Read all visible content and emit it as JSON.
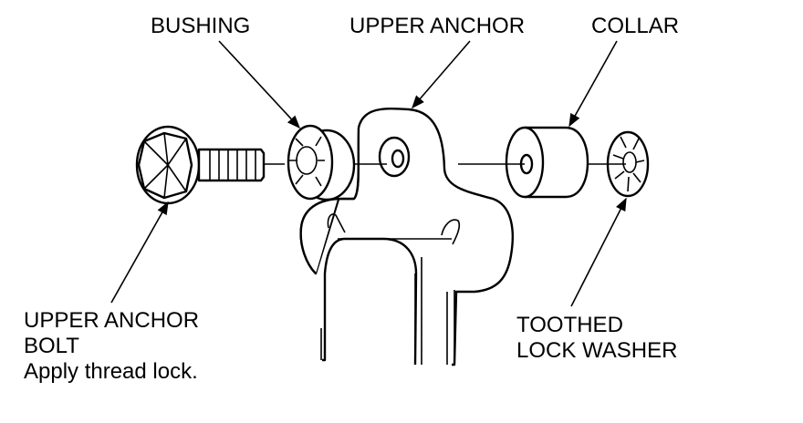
{
  "labels": {
    "bushing": "BUSHING",
    "upper_anchor": "UPPER ANCHOR",
    "collar": "COLLAR",
    "bolt_line1": "UPPER ANCHOR",
    "bolt_line2": "BOLT",
    "bolt_note": "Apply thread lock.",
    "washer_line1": "TOOTHED",
    "washer_line2": "LOCK WASHER"
  }
}
